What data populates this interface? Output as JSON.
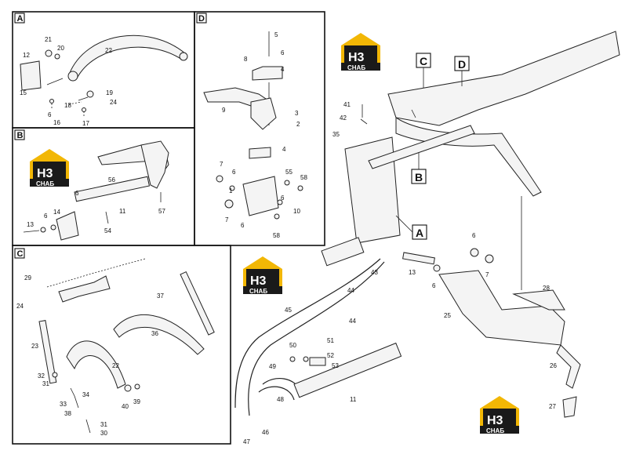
{
  "panels": {
    "A": {
      "tag": "A",
      "labels": [
        "21",
        "20",
        "22",
        "12",
        "15",
        "19",
        "24",
        "18",
        "17",
        "6",
        "16"
      ]
    },
    "B": {
      "tag": "B",
      "labels": [
        "56",
        "6",
        "14",
        "11",
        "57",
        "13",
        "6",
        "54"
      ]
    },
    "C": {
      "tag": "C",
      "labels": [
        "29",
        "24",
        "37",
        "23",
        "36",
        "22",
        "32",
        "31",
        "34",
        "33",
        "38",
        "40",
        "39",
        "31",
        "30"
      ]
    },
    "D": {
      "tag": "D",
      "labels": [
        "5",
        "8",
        "6",
        "4",
        "9",
        "3",
        "2",
        "4",
        "7",
        "6",
        "1",
        "55",
        "58",
        "6",
        "10",
        "7",
        "6",
        "58"
      ]
    }
  },
  "main": {
    "tags": [
      "C",
      "D",
      "B",
      "A"
    ],
    "labels": [
      "41",
      "42",
      "35",
      "43",
      "13",
      "6",
      "6",
      "7",
      "25",
      "28",
      "26",
      "27",
      "44",
      "45",
      "44",
      "51",
      "52",
      "53",
      "50",
      "49",
      "48",
      "11",
      "47",
      "46"
    ]
  },
  "logo": {
    "letters": "H3",
    "sub": "СНАБ"
  },
  "colors": {
    "logo_bg": "#1a1a1a",
    "logo_accent": "#f2b705"
  }
}
